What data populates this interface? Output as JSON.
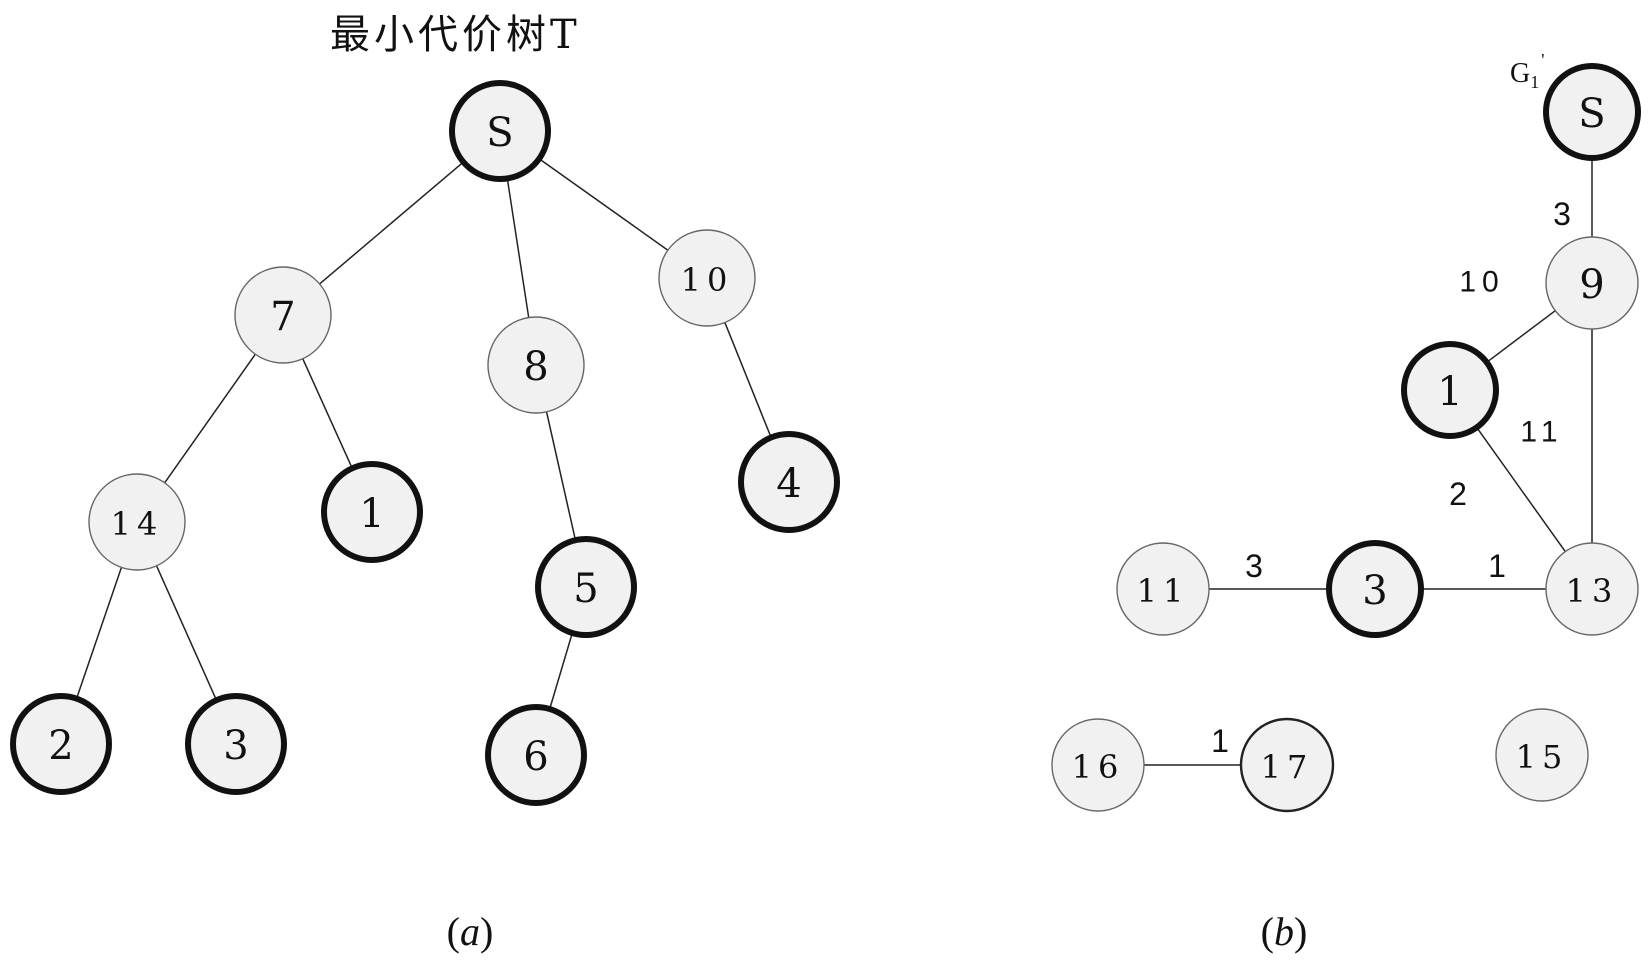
{
  "panel_a": {
    "title": "最小代价树T",
    "caption_open": "(",
    "caption_letter": "a",
    "caption_close": ")",
    "nodes": [
      {
        "id": "S",
        "label": "S",
        "style": "bold"
      },
      {
        "id": "7",
        "label": "7",
        "style": "normal"
      },
      {
        "id": "8",
        "label": "8",
        "style": "normal"
      },
      {
        "id": "10",
        "label": "10",
        "style": "normal"
      },
      {
        "id": "14",
        "label": "14",
        "style": "normal"
      },
      {
        "id": "1",
        "label": "1",
        "style": "bold"
      },
      {
        "id": "5",
        "label": "5",
        "style": "bold"
      },
      {
        "id": "4",
        "label": "4",
        "style": "bold"
      },
      {
        "id": "2",
        "label": "2",
        "style": "bold"
      },
      {
        "id": "3",
        "label": "3",
        "style": "bold"
      },
      {
        "id": "6",
        "label": "6",
        "style": "bold"
      }
    ],
    "edges": [
      {
        "from": "S",
        "to": "7"
      },
      {
        "from": "S",
        "to": "8"
      },
      {
        "from": "S",
        "to": "10"
      },
      {
        "from": "7",
        "to": "14"
      },
      {
        "from": "7",
        "to": "1"
      },
      {
        "from": "8",
        "to": "5"
      },
      {
        "from": "10",
        "to": "4"
      },
      {
        "from": "14",
        "to": "2"
      },
      {
        "from": "14",
        "to": "3"
      },
      {
        "from": "5",
        "to": "6"
      }
    ]
  },
  "panel_b": {
    "graph_label": "G",
    "graph_label_sub": "1",
    "graph_label_mark": "'",
    "caption_open": "(",
    "caption_letter": "b",
    "caption_close": ")",
    "nodes": [
      {
        "id": "S",
        "label": "S",
        "style": "bold"
      },
      {
        "id": "9",
        "label": "9",
        "style": "normal"
      },
      {
        "id": "1",
        "label": "1",
        "style": "bold"
      },
      {
        "id": "13",
        "label": "13",
        "style": "normal"
      },
      {
        "id": "3",
        "label": "3",
        "style": "bold"
      },
      {
        "id": "11",
        "label": "11",
        "style": "normal"
      },
      {
        "id": "16",
        "label": "16",
        "style": "normal"
      },
      {
        "id": "17",
        "label": "17",
        "style": "medium"
      },
      {
        "id": "15",
        "label": "15",
        "style": "normal"
      }
    ],
    "edges": [
      {
        "from": "S",
        "to": "9",
        "weight": "3"
      },
      {
        "from": "9",
        "to": "1",
        "weight": "10"
      },
      {
        "from": "9",
        "to": "13",
        "weight": "11"
      },
      {
        "from": "1",
        "to": "13",
        "weight": "2"
      },
      {
        "from": "3",
        "to": "13",
        "weight": "1"
      },
      {
        "from": "11",
        "to": "3",
        "weight": "3"
      },
      {
        "from": "16",
        "to": "17",
        "weight": "1"
      }
    ]
  }
}
